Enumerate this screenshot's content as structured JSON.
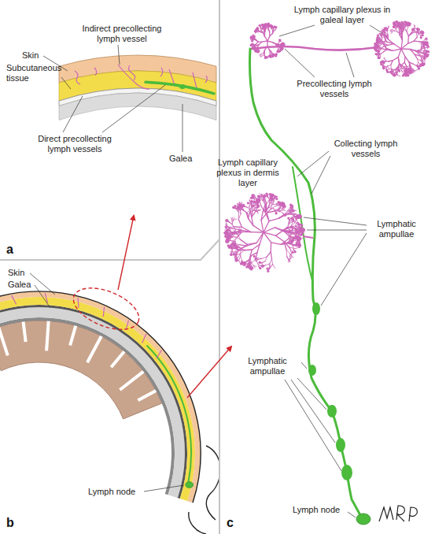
{
  "diagram": {
    "labels": [
      "Indirect precollecting lymph vessel",
      "Skin",
      "Subcutaneous tissue",
      "Direct precollecting lymph vessels",
      "Galea",
      "a",
      "Skin",
      "Galea",
      "Lymph node",
      "b",
      "Lymph capillary plexus in galeal layer",
      "Precollecting lymph vessels",
      "Collecting lymph vessels",
      "Lymph capillary plexus in dermis layer",
      "Lymphatic ampullae",
      "Lymphatic ampullae",
      "Lymph node",
      "c"
    ]
  }
}
